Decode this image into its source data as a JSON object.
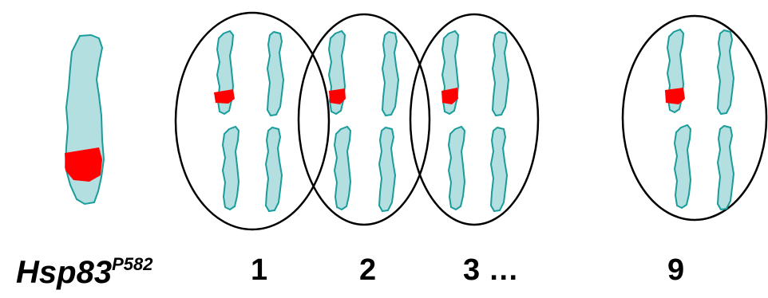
{
  "labels": {
    "gene_base": "Hsp83",
    "gene_superscript": "P582",
    "cell_labels": [
      "1",
      "2",
      "3 …",
      "9"
    ]
  },
  "colors": {
    "chromosome_fill": "#b4dfe0",
    "chromosome_stroke": "#1a9c9c",
    "mark_fill": "#ff0000",
    "cell_outline": "#000000"
  }
}
